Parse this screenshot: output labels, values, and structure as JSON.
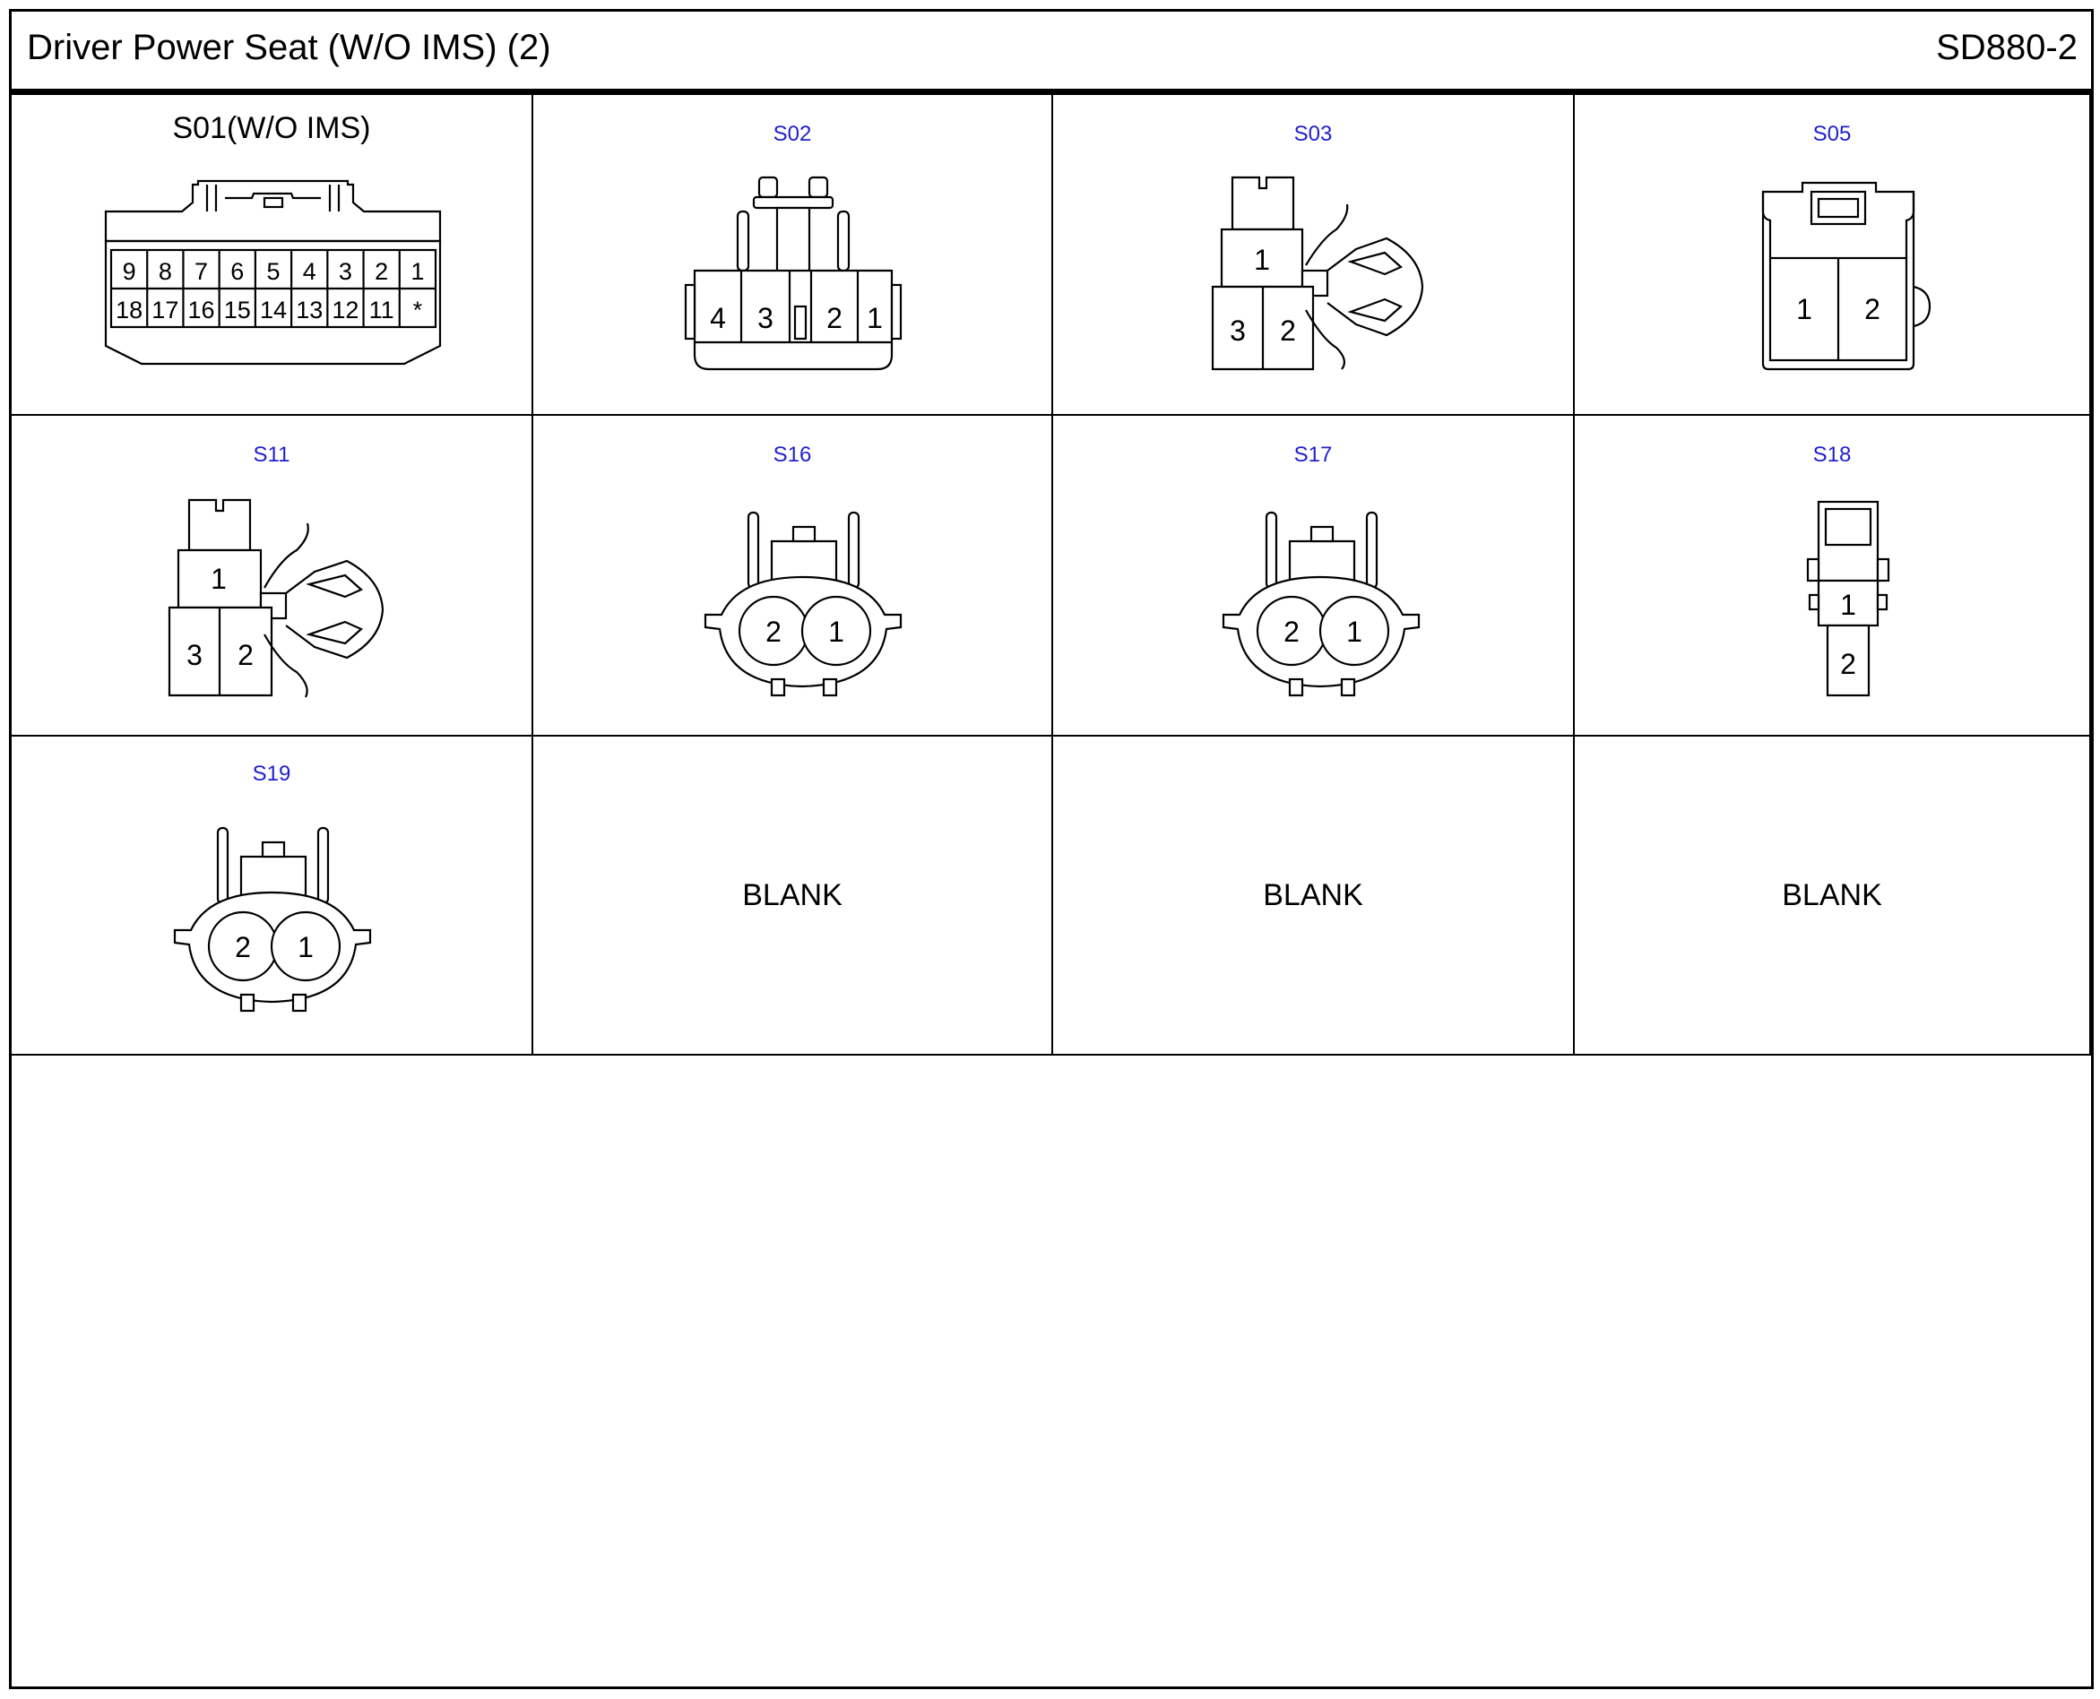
{
  "header": {
    "title": "Driver Power Seat (W/O IMS) (2)",
    "code": "SD880-2"
  },
  "connectors": {
    "s01": {
      "label": "S01(W/O IMS)",
      "row1": [
        "9",
        "8",
        "7",
        "6",
        "5",
        "4",
        "3",
        "2",
        "1"
      ],
      "row2": [
        "18",
        "17",
        "16",
        "15",
        "14",
        "13",
        "12",
        "11",
        "*"
      ]
    },
    "s02": {
      "label": "S02",
      "pins": [
        "4",
        "3",
        "2",
        "1"
      ]
    },
    "s03": {
      "label": "S03",
      "pins": [
        "1",
        "3",
        "2"
      ]
    },
    "s05": {
      "label": "S05",
      "pins": [
        "1",
        "2"
      ]
    },
    "s11": {
      "label": "S11",
      "pins": [
        "1",
        "3",
        "2"
      ]
    },
    "s16": {
      "label": "S16",
      "pins": [
        "2",
        "1"
      ]
    },
    "s17": {
      "label": "S17",
      "pins": [
        "2",
        "1"
      ]
    },
    "s18": {
      "label": "S18",
      "pins": [
        "1",
        "2"
      ]
    },
    "s19": {
      "label": "S19",
      "pins": [
        "2",
        "1"
      ]
    }
  },
  "blanks": [
    "BLANK",
    "BLANK",
    "BLANK"
  ]
}
